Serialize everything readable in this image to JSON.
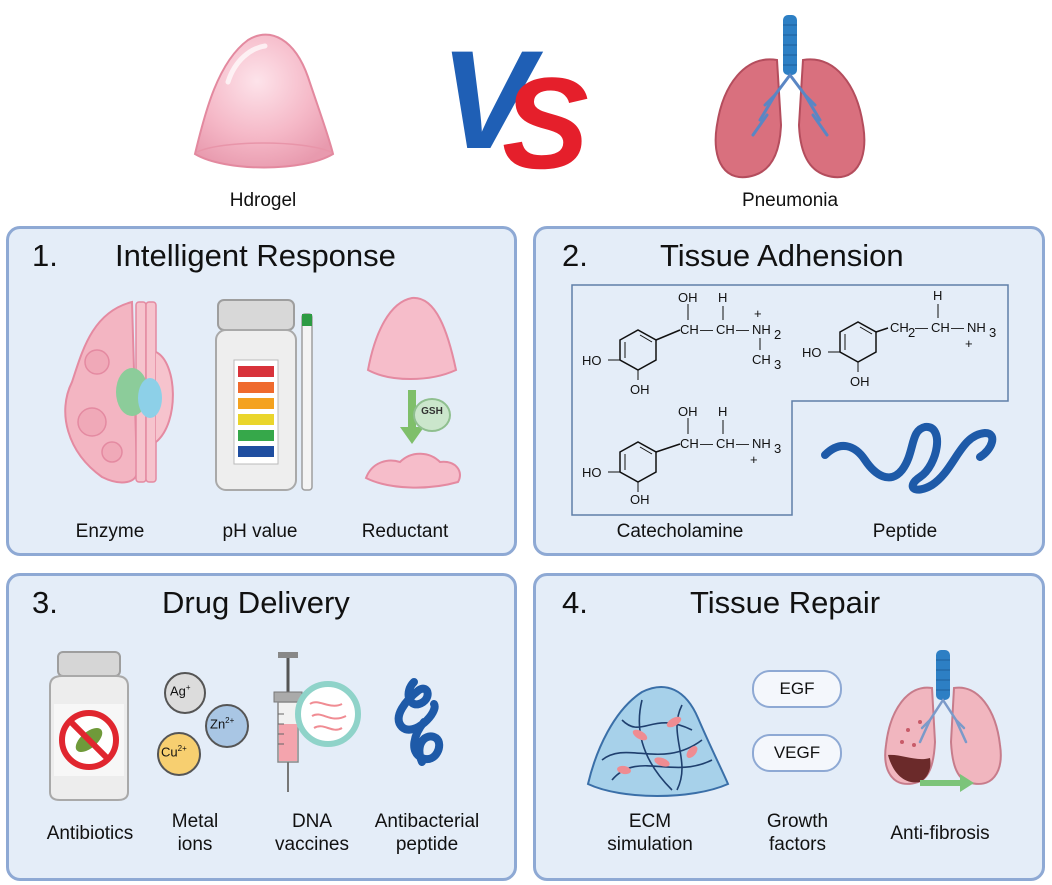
{
  "top": {
    "left_label": "Hdrogel",
    "right_label": "Pneumonia",
    "vs_text_v": "V",
    "vs_text_s": "S"
  },
  "panels": [
    {
      "number": "1.",
      "title": "Intelligent Response",
      "items": [
        "Enzyme",
        "pH value",
        "Reductant"
      ],
      "gsh_label": "GSH"
    },
    {
      "number": "2.",
      "title": "Tissue Adhension",
      "items": [
        "Catecholamine",
        "Peptide"
      ],
      "chem": {
        "oh": "OH",
        "h": "H",
        "ho": "HO",
        "nh2": "NH",
        "ch3": "CH",
        "nh3": "NH",
        "ch": "CH",
        "ch2": "CH",
        "sub2": "2",
        "sub3": "3",
        "plus": "+",
        "dash": "—"
      }
    },
    {
      "number": "3.",
      "title": "Drug Delivery",
      "items": [
        "Antibiotics",
        "Metal\nions",
        "DNA\nvaccines",
        "Antibacterial\npeptide"
      ],
      "ions": {
        "ag": "Ag",
        "ag_sup": "+",
        "zn": "Zn",
        "zn_sup": "2+",
        "cu": "Cu",
        "cu_sup": "2+"
      }
    },
    {
      "number": "4.",
      "title": "Tissue Repair",
      "items": [
        "ECM\nsimulation",
        "Growth\nfactors",
        "Anti-fibrosis"
      ],
      "pills": [
        "EGF",
        "VEGF"
      ]
    }
  ],
  "colors": {
    "panel_bg": "#e4edf8",
    "panel_border": "#8ea9d4",
    "vs_blue": "#1f5fb5",
    "vs_red": "#e51f2b",
    "hydrogel_pink": "#f4b8c6",
    "peptide_blue": "#1e5aa8"
  }
}
